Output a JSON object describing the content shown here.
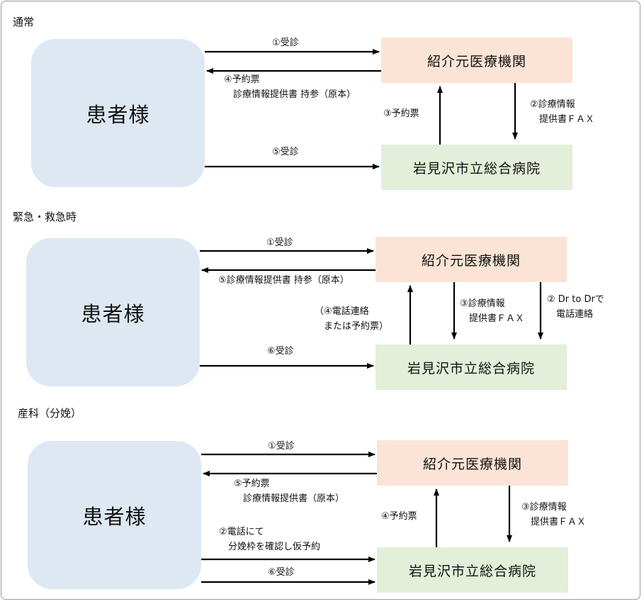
{
  "sections": [
    {
      "title": "通常",
      "patient": "患者様",
      "clinic": "紹介元医療機関",
      "hospital": "岩見沢市立総合病院",
      "labels": {
        "l1": [
          "①受診"
        ],
        "l2": [
          "④予約票",
          "　診療情報提供書 持参（原本）"
        ],
        "l3": [
          "③予約票"
        ],
        "l4": [
          "②診療情報",
          "　提供書ＦＡＸ"
        ],
        "l5": [
          "⑤受診"
        ]
      }
    },
    {
      "title": "緊急・救急時",
      "patient": "患者様",
      "clinic": "紹介元医療機関",
      "hospital": "岩見沢市立総合病院",
      "labels": {
        "l1": [
          "①受診"
        ],
        "l2": [
          "⑤診療情報提供書 持参（原本）"
        ],
        "l3": [
          "（④電話連絡",
          "　または予約票）"
        ],
        "l4": [
          "③診療情報",
          "　提供書ＦＡＸ"
        ],
        "l5": [
          "② Dr to Drで",
          "　電話連絡"
        ],
        "l6": [
          "⑥受診"
        ]
      }
    },
    {
      "title": "産科（分娩）",
      "patient": "患者様",
      "clinic": "紹介元医療機関",
      "hospital": "岩見沢市立総合病院",
      "labels": {
        "l1": [
          "①受診"
        ],
        "l2": [
          "⑤予約票",
          "　診療情報提供書（原本）"
        ],
        "l3": [
          "④予約票"
        ],
        "l4": [
          "③診療情報",
          "　提供書ＦＡＸ"
        ],
        "l5": [
          "②電話にて",
          "　分娩枠を確認し仮予約"
        ],
        "l6": [
          "⑥受診"
        ]
      }
    }
  ]
}
